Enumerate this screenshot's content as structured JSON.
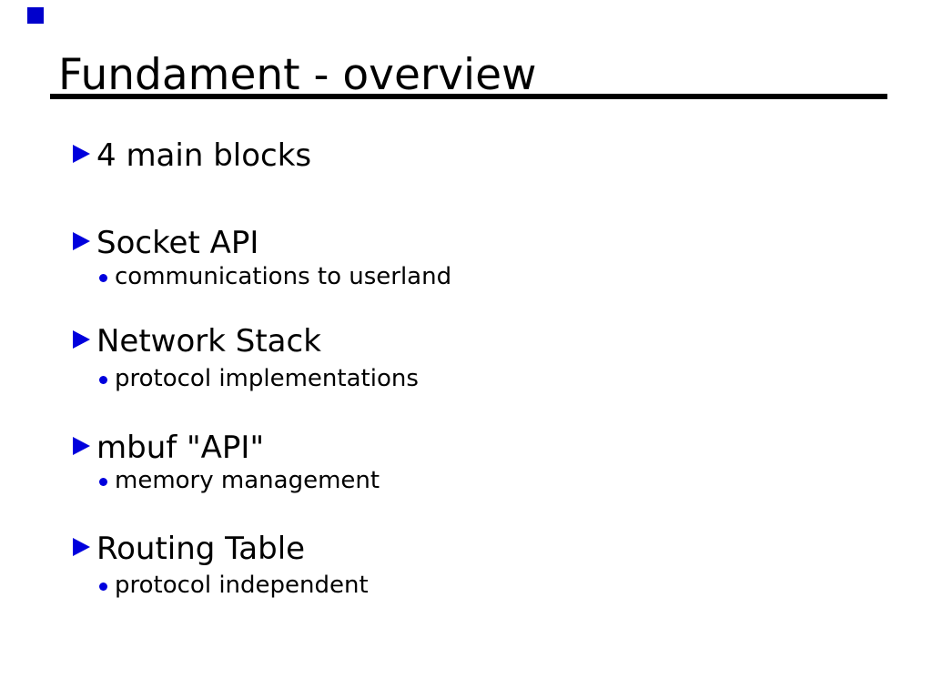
{
  "slide": {
    "title": "Fundament - overview",
    "marker_color": "#0000cc",
    "bullet_color": "#0000dd",
    "items": [
      {
        "level": 1,
        "text": "4 main blocks"
      },
      {
        "level": 1,
        "text": "Socket API"
      },
      {
        "level": 2,
        "text": "communications to userland"
      },
      {
        "level": 1,
        "text": "Network Stack"
      },
      {
        "level": 2,
        "text": "protocol implementations"
      },
      {
        "level": 1,
        "text": "mbuf \"API\""
      },
      {
        "level": 2,
        "text": "memory management"
      },
      {
        "level": 1,
        "text": "Routing Table"
      },
      {
        "level": 2,
        "text": "protocol independent"
      }
    ]
  }
}
